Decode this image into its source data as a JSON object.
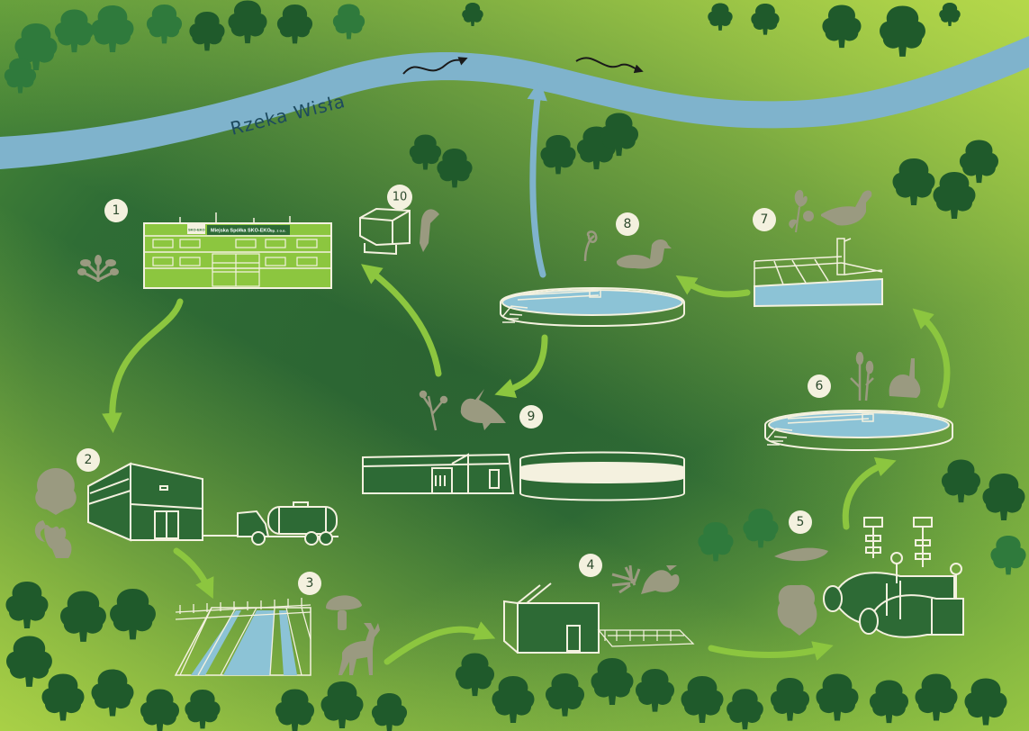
{
  "river": {
    "label": "Rzeka Wisła"
  },
  "building_sign": {
    "text": "Miejska Spółka SKO-EKO",
    "suffix": "Sp. z o.o.",
    "logo": "SKO-EKO"
  },
  "steps": [
    {
      "num": "1",
      "name": "administration-building"
    },
    {
      "num": "2",
      "name": "sewage-reception-station"
    },
    {
      "num": "3",
      "name": "grit-channels"
    },
    {
      "num": "4",
      "name": "screen-building"
    },
    {
      "num": "5",
      "name": "pumping-pipes"
    },
    {
      "num": "6",
      "name": "primary-clarifier"
    },
    {
      "num": "7",
      "name": "biological-reactor"
    },
    {
      "num": "8",
      "name": "secondary-clarifier"
    },
    {
      "num": "9",
      "name": "sludge-digesters"
    },
    {
      "num": "10",
      "name": "birdhouse"
    }
  ],
  "colors": {
    "bg_dark": "#2d6a35",
    "bg_light": "#a8cf45",
    "river": "#7fb3cc",
    "arrow": "#8cc63f",
    "arrow_water": "#7fb3cc",
    "line": "#f4f1df",
    "silhouette": "#9a9a80",
    "badge": "#f4f1df",
    "tree_dark": "#1f5a2b",
    "tree_mid": "#2f7a3c",
    "water": "#8cc3d6"
  },
  "icons": [
    "tree-icon",
    "leaf-icon",
    "squirrel-icon",
    "bush-icon",
    "mushroom-icon",
    "deer-icon",
    "fern-icon",
    "pheasant-icon",
    "moth-icon",
    "plant-icon",
    "rabbit-icon",
    "seagull-icon",
    "flower-icon",
    "duck-icon",
    "lapwing-icon",
    "woodpecker-icon",
    "birdhouse-icon",
    "truck-icon"
  ]
}
